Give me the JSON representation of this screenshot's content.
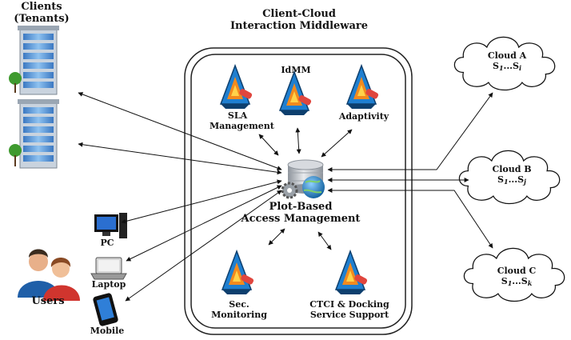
{
  "clients": {
    "title_line1": "Clients",
    "title_line2": "(Tenants)"
  },
  "middleware": {
    "title_line1": "Client-Cloud",
    "title_line2": "Interaction Middleware"
  },
  "modules": {
    "sla_line1": "SLA",
    "sla_line2": "Management",
    "idmm": "IdMM",
    "adaptivity": "Adaptivity",
    "center_line1": "Plot-Based",
    "center_line2": "Access Management",
    "secmon_line1": "Sec.",
    "secmon_line2": "Monitoring",
    "ctci_line1": "CTCI & Docking",
    "ctci_line2": "Service Support"
  },
  "clouds": [
    {
      "name": "Cloud A",
      "service_from": "S",
      "from_sub": "1",
      "dots": "...",
      "service_to": "S",
      "to_sub": "i"
    },
    {
      "name": "Cloud B",
      "service_from": "S",
      "from_sub": "1",
      "dots": "...",
      "service_to": "S",
      "to_sub": "j"
    },
    {
      "name": "Cloud C",
      "service_from": "S",
      "from_sub": "1",
      "dots": "...",
      "service_to": "S",
      "to_sub": "k"
    }
  ],
  "devices": {
    "pc": "PC",
    "laptop": "Laptop",
    "mobile": "Mobile",
    "users": "Users"
  },
  "colors": {
    "building_glass": "#4f8fd6",
    "building_frame": "#c9d3de",
    "tree": "#3f9a2f",
    "module_blue": "#1f7fd0",
    "module_orange": "#f28a1e",
    "module_red": "#e0463e",
    "db": "#b8bcc2",
    "globe": "#1f76b8"
  }
}
